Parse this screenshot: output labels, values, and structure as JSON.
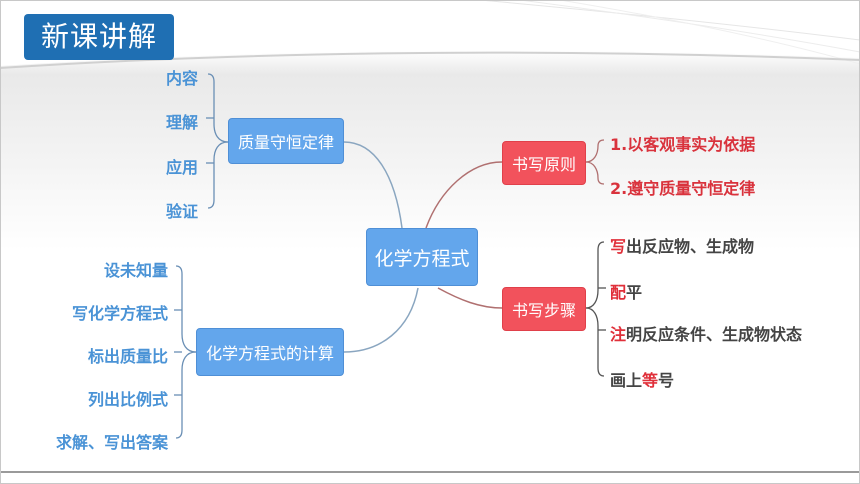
{
  "header": {
    "title": "新课讲解"
  },
  "center": "化学方程式",
  "left_top": {
    "label": "质量守恒定律",
    "items": [
      "内容",
      "理解",
      "应用",
      "验证"
    ]
  },
  "left_bottom": {
    "label": "化学方程式的计算",
    "items": [
      "设未知量",
      "写化学方程式",
      "标出质量比",
      "列出比例式",
      "求解、写出答案"
    ]
  },
  "right_top": {
    "label": "书写原则",
    "items": [
      "1.以客观事实为依据",
      "2.遵守质量守恒定律"
    ]
  },
  "right_bottom": {
    "label": "书写步骤",
    "items": [
      {
        "first": "写",
        "rest": "出反应物、生成物"
      },
      {
        "first": "配",
        "rest": "平"
      },
      {
        "first": "注",
        "rest": "明反应条件、生成物状态"
      },
      {
        "pre": "画上",
        "mid": "等",
        "post": "号"
      }
    ]
  },
  "colors": {
    "blue": "#63a6ec",
    "red": "#f2525c",
    "header": "#1f6fb3",
    "leaf_blue": "#4a93d6",
    "highlight": "#e0303a"
  }
}
